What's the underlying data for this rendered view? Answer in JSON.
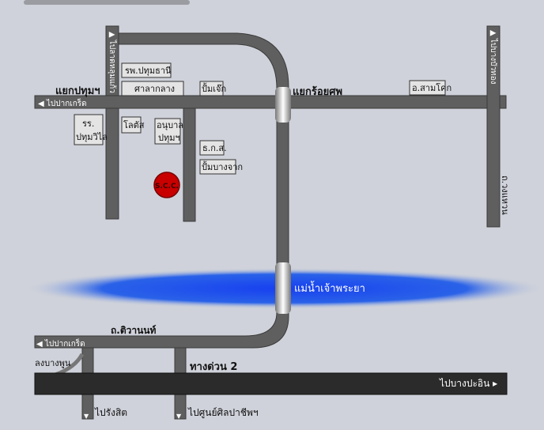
{
  "map": {
    "junctions": {
      "pathum": "แยกปทุมฯ",
      "roi_sop": "แยกร้อยศพ"
    },
    "road_labels": {
      "to_pak_kret_top": "ไปปากเกร็ด",
      "to_lat_lum_kaeo": "ไปลาดหลุมแก้ว",
      "to_bang_bua_thong": "ไปบางบัวทอง",
      "ring_road": "ถ.วงแหวน",
      "tiwanon_road": "ถ.ติวานนท์",
      "to_pak_kret_bottom": "ไปปากเกร็ด",
      "down_bang_phun": "ลงบางพูน",
      "expressway_2": "ทางด่วน 2",
      "to_bang_pa_in": "ไปบางปะอิน",
      "to_rangsit": "ไปรังสิต",
      "to_silpachip": "ไปศูนย์ศิลปาชีพฯ"
    },
    "river": "แม่น้ำเจ้าพระยา",
    "landmarks": [
      {
        "id": "hospital",
        "label": "รพ.ปทุมธานี"
      },
      {
        "id": "city-hall",
        "label": "ศาลากลาง"
      },
      {
        "id": "gas-jek",
        "label": "ปั้มเจ๊ก"
      },
      {
        "id": "school",
        "label": "รร.",
        "label2": "ปทุมวิไล"
      },
      {
        "id": "lotus",
        "label": "โลตัส"
      },
      {
        "id": "kindergarten",
        "label": "อนุบาล",
        "label2": "ปทุมฯ"
      },
      {
        "id": "baac",
        "label": "ธ.ก.ส."
      },
      {
        "id": "gas-bangjak",
        "label": "ปั้มบางจาก"
      },
      {
        "id": "sam-khok",
        "label": "อ.สามโคก"
      }
    ],
    "destination": {
      "label": "S.C.C.",
      "color": "#c80000"
    },
    "colors": {
      "road": "#5f5f5f",
      "highway": "#2b2b2b",
      "river": "#1a4fe6",
      "background": "#cfd2da"
    }
  }
}
